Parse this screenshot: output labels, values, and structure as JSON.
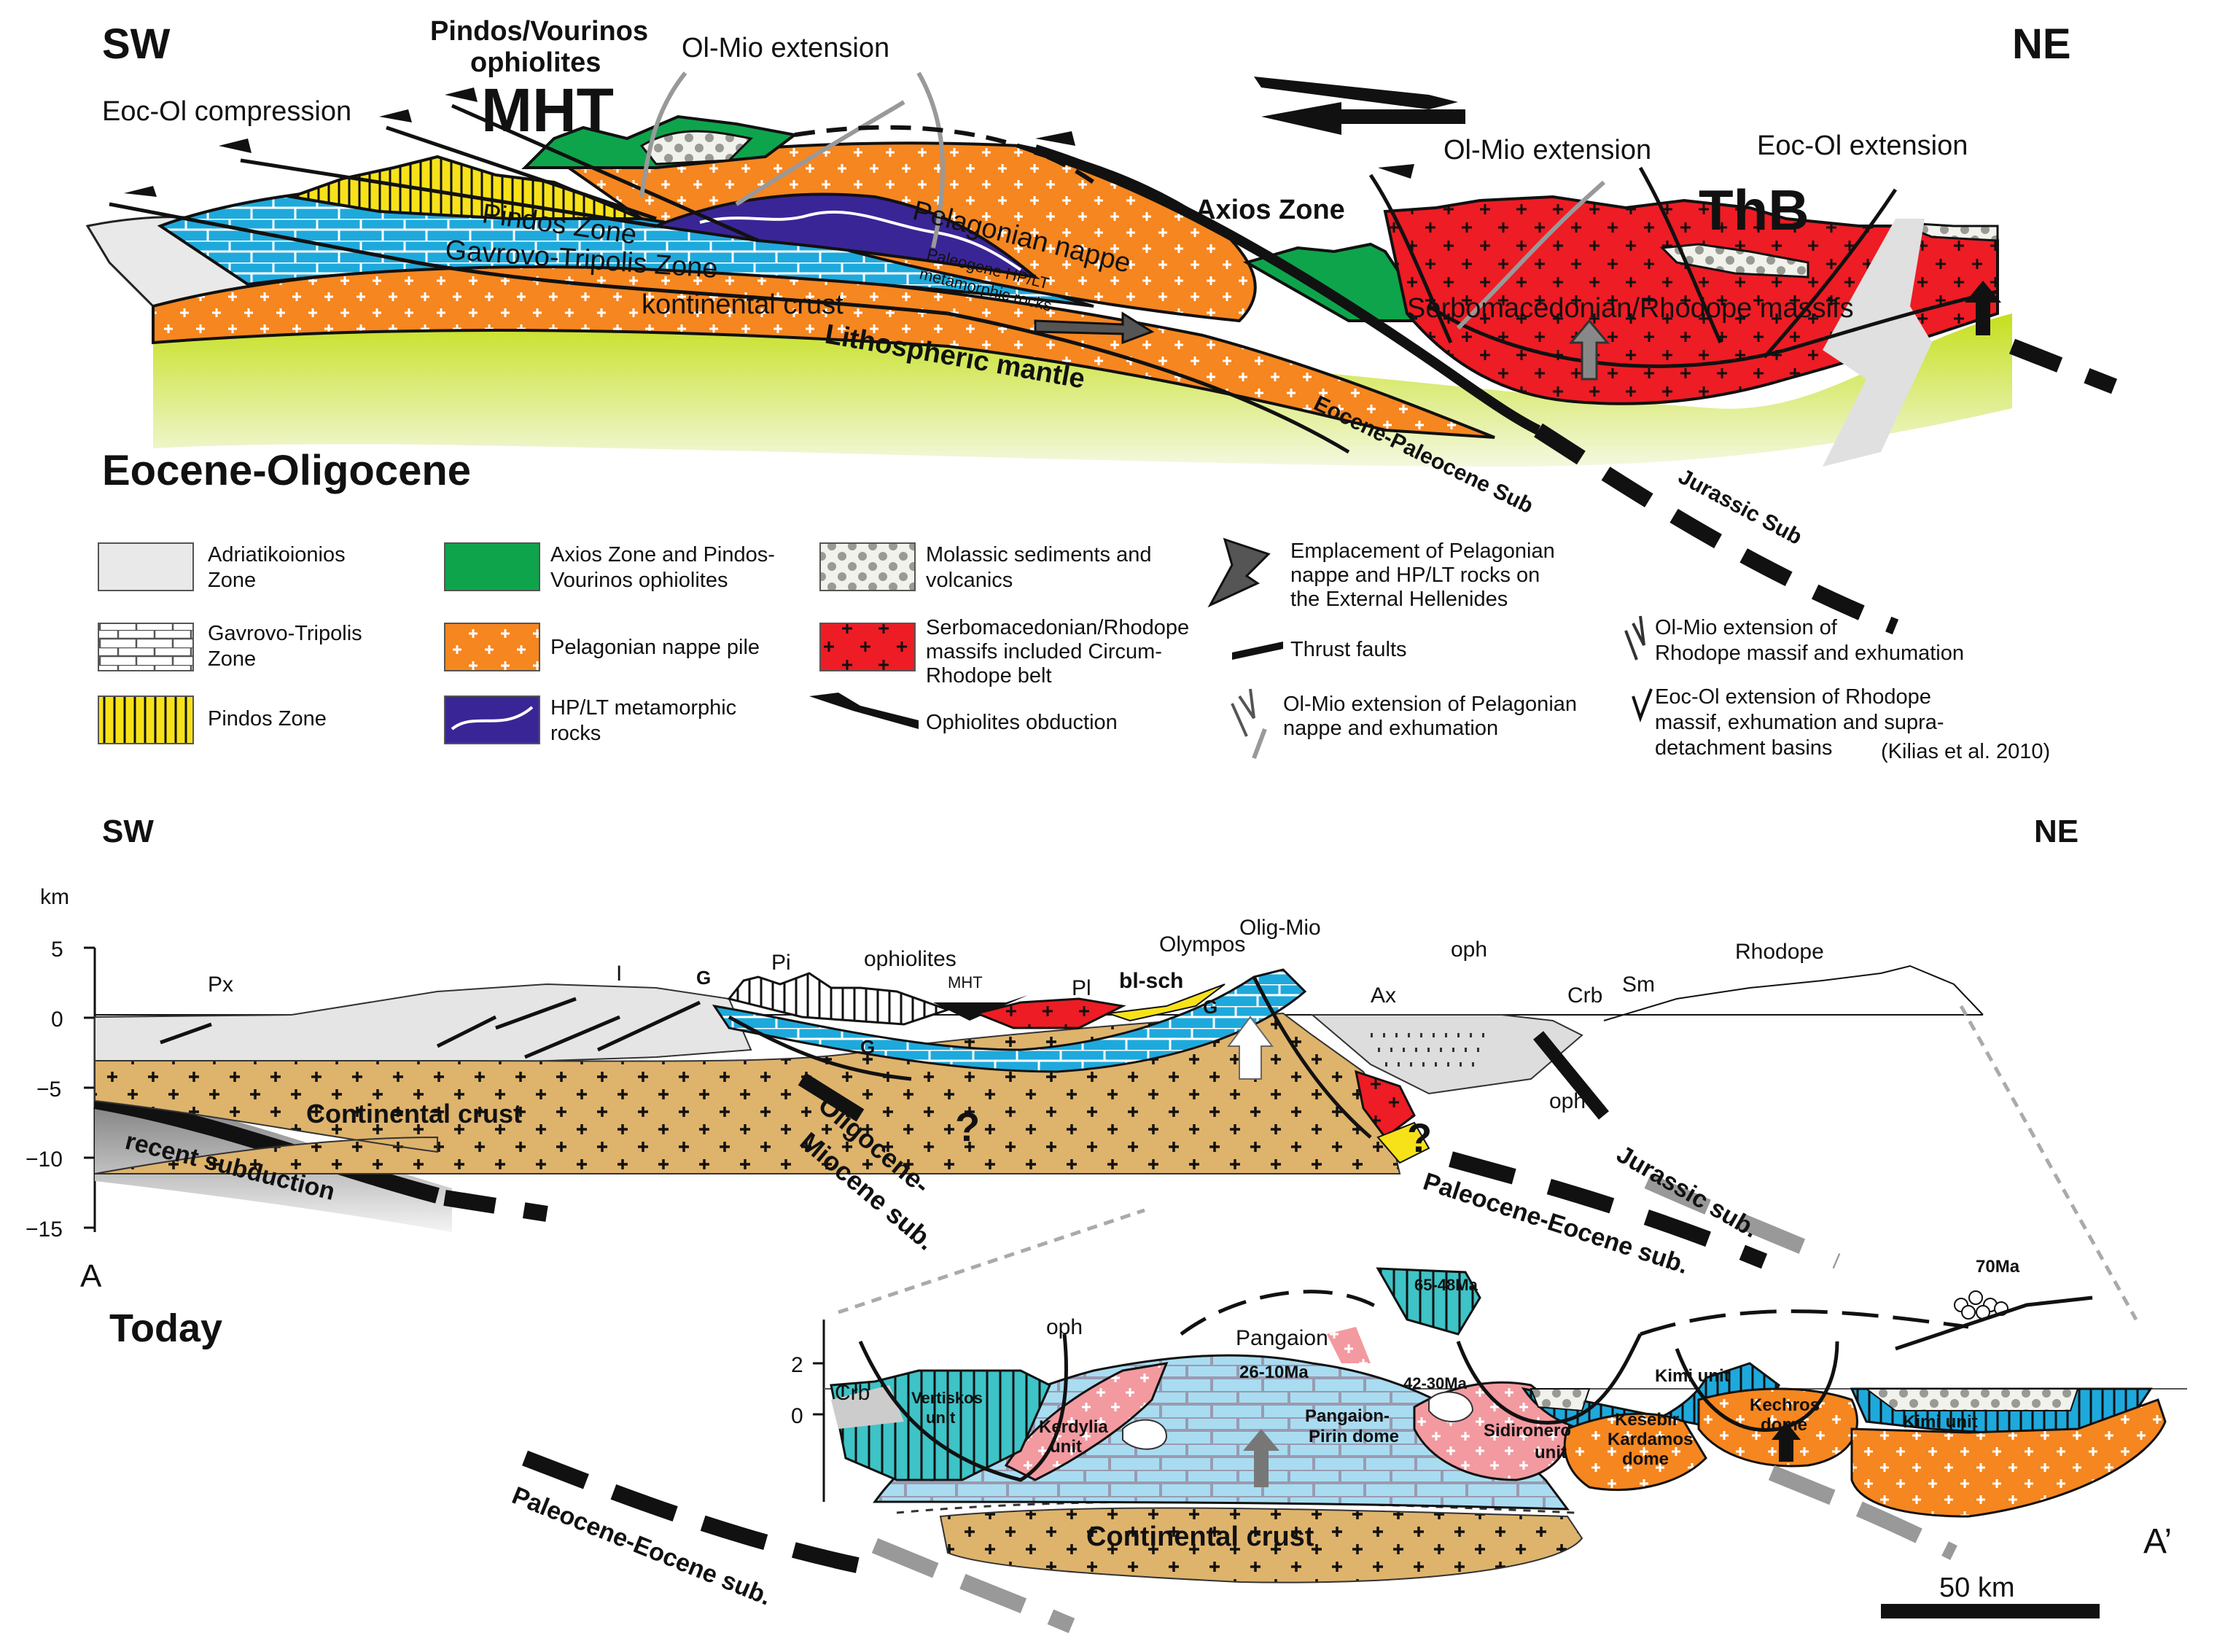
{
  "colors": {
    "adriatic": "#e9e9e9",
    "gavrovo": "#1ea9dc",
    "pindos": "#f7e21a",
    "axios": "#0ea44c",
    "pelagonian": "#f6861f",
    "hplt": "#3a2596",
    "molasse": "#d8d8cc",
    "serbo": "#ee1c24",
    "mantle_top": "#c5df1c",
    "mantle_bottom": "#f4f8e0",
    "crust_tan": "#deb36c",
    "rhodope_cyan": "#3ec3c6",
    "light_blue": "#a9dcf1",
    "pink": "#f29aa0"
  },
  "top_section": {
    "sw": "SW",
    "ne": "NE",
    "mht": "MHT",
    "pindos_vourinos": "Pindos/Vourinos",
    "ophiolites": "ophiolites",
    "olmio_ext_1": "Ol-Mio extension",
    "eocol_comp": "Eoc-Ol compression",
    "pindos_zone": "Pindos Zone",
    "gavrovo_zone": "Gavrovo-Tripolis Zone",
    "pelagonian_nappe": "Pelagonian nappe",
    "paleogene": "Paleogene HP/LT",
    "metamorphic": "metamorphic rocks",
    "kontinental": "kontinental crust",
    "lith_mantle": "Lithospheric mantle",
    "axios_zone": "Axios Zone",
    "olmio_ext_2": "Ol-Mio extension",
    "eocol_ext": "Eoc-Ol extension",
    "thb": "ThB",
    "serbo_massifs": "Serbomacedonian/Rhodope massifs",
    "eoc_pal_sub": "Eocene-Paleocene Sub",
    "jurassic_sub": "Jurassic Sub",
    "period": "Eocene-Oligocene"
  },
  "legend": {
    "adriatic": [
      "Adriatikoionios",
      "Zone"
    ],
    "gavrovo": [
      "Gavrovo-Tripolis",
      "Zone"
    ],
    "pindos": [
      "Pindos Zone"
    ],
    "axios": [
      "Axios Zone and Pindos-",
      "Vourinos ophiolites"
    ],
    "pelagonian": [
      "Pelagonian nappe pile"
    ],
    "hplt": [
      "HP/LT metamorphic",
      "rocks"
    ],
    "molasse": [
      "Molassic sediments and",
      "volcanics"
    ],
    "serbo": [
      "Serbomacedonian/Rhodope",
      "massifs included Circum-",
      "Rhodope belt"
    ],
    "obduction": [
      "Ophiolites obduction"
    ],
    "emplacement": [
      "Emplacement of Pelagonian",
      "nappe and HP/LT rocks on",
      "the External Hellenides"
    ],
    "thrust": [
      "Thrust faults"
    ],
    "olmio_pel": [
      "Ol-Mio extension of Pelagonian",
      "nappe and exhumation"
    ],
    "olmio_rho": [
      "Ol-Mio extension of",
      "Rhodope massif and exhumation"
    ],
    "eocol_rho": [
      "Eoc-Ol extension of Rhodope",
      "massif, exhumation and supra-",
      "detachment basins"
    ],
    "citation": "(Kilias et al. 2010)"
  },
  "bottom_section": {
    "sw": "SW",
    "ne": "NE",
    "km": "km",
    "ticks": [
      "5",
      "0",
      "−5",
      "−10",
      "−15"
    ],
    "a": "A",
    "a_prime": "A’",
    "today": "Today",
    "px": "Px",
    "i": "I",
    "g": "G",
    "pi": "Pi",
    "ophiolites": "ophiolites",
    "mht": "MHT",
    "pl": "Pl",
    "blsch": "bl-sch",
    "olympos": "Olympos",
    "oligmio": "Olig-Mio",
    "ax": "Ax",
    "oph": "oph",
    "crb": "Crb",
    "sm": "Sm",
    "rhodope": "Rhodope",
    "cont_crust": "Continental crust",
    "recent_sub": "recent subduction",
    "oligocene": "Oligocene-",
    "miocene_sub": "Miocene sub.",
    "q": "?",
    "pal_eoc_sub": "Paleocene-Eocene sub.",
    "jurassic_sub": "Jurassic sub.",
    "scale": "50 km"
  },
  "inset": {
    "ticks": [
      "2",
      "0"
    ],
    "crb": "Crb",
    "oph": "oph",
    "vertiskos": [
      "Vertiskos",
      "unit"
    ],
    "kerdylia": [
      "Kerdylia",
      "unit"
    ],
    "pangaion": "Pangaion",
    "age_26_10": "26-10Ma",
    "pangaion_pirin": [
      "Pangaion-",
      "Pirin dome"
    ],
    "age_65_48": "65-48Ma",
    "age_42_30": "42-30Ma",
    "sidironero": [
      "Sidironero",
      "unit"
    ],
    "kimi_unit_1": "Kimi unit",
    "kesebir": [
      "Kesebir-",
      "Kardamos",
      "dome"
    ],
    "kechros": [
      "Kechros",
      "dome"
    ],
    "kimi_unit_2": "Kimi unit",
    "age_70": "70Ma",
    "cont_crust": "Continental crust",
    "pal_eoc_sub": "Paleocene-Eocene sub."
  }
}
